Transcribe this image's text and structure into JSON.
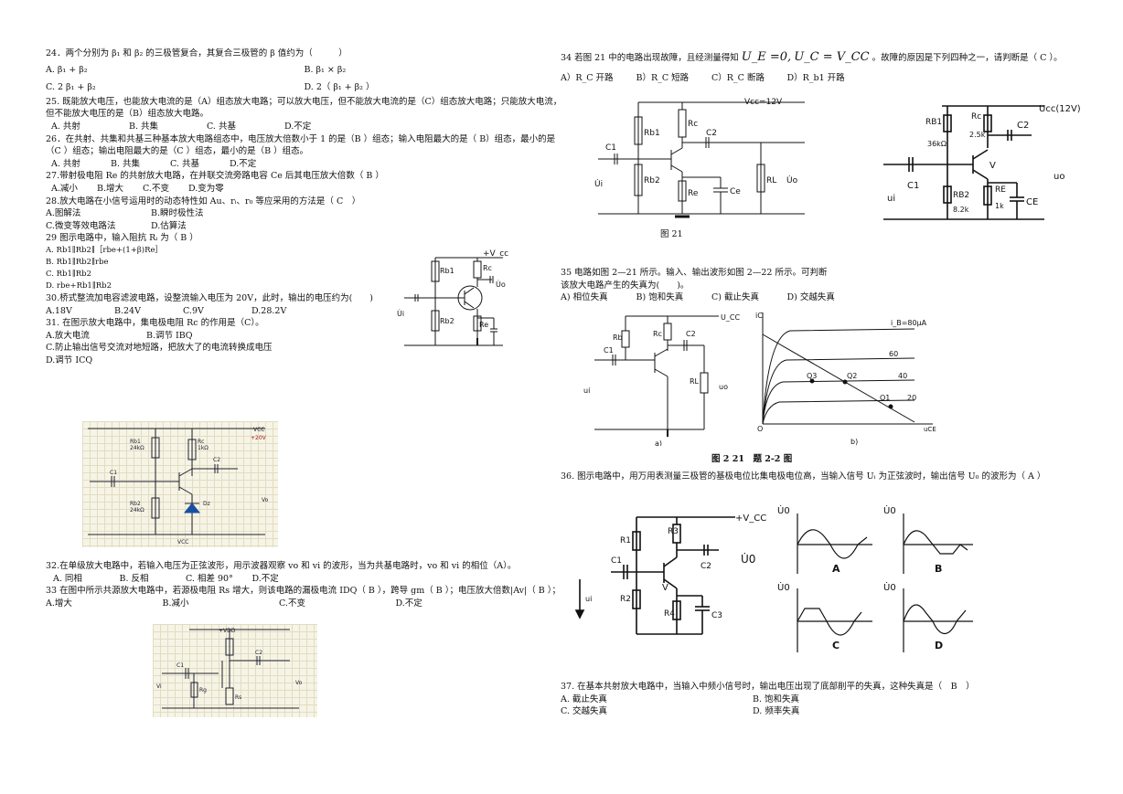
{
  "left": {
    "q24": {
      "stem": "24．两个分别为 β₁ 和 β₂ 的三极管复合，其复合三极管的 β 值约为（　　　）",
      "options": [
        "A.  β₁ + β₂",
        "B.  β₁ × β₂",
        "C. 2 β₁ + β₂",
        "D. 2（ β₁ + β₂ ）"
      ]
    },
    "q25": {
      "stem": "25. 既能放大电压，也能放大电流的是（A）组态放大电路；可以放大电压，但不能放大电流的是（C）组态放大电路；只能放大电流，但不能放大电压的是（B）组态放大电路。",
      "options": [
        "A. 共射",
        "B. 共集",
        "C. 共基",
        "D.不定"
      ]
    },
    "q26": {
      "stem": "26．在共射、共集和共基三种基本放大电路组态中，电压放大倍数小于 1 的是（B ）组态；输入电阻最大的是（ B）组态，最小的是（C ）组态；输出电阻最大的是（C ）组态，最小的是（B ）组态。",
      "options": [
        "A. 共射",
        "B. 共集",
        "C. 共基",
        "D.不定"
      ]
    },
    "q27": {
      "stem": "27.带射极电阻 Re 的共射放大电路，在并联交流旁路电容 Ce 后其电压放大倍数（ B ）",
      "options": [
        "A.减小",
        "B.增大",
        "C.不变",
        "D.变为零"
      ]
    },
    "q28": {
      "stem": "28.放大电路在小信号运用时的动态特性如 Au、rᵢ、r₀ 等应采用的方法是（ C　）",
      "options": [
        "A.图解法",
        "B.瞬时极性法",
        "C.微变等效电路法",
        "D.估算法"
      ]
    },
    "q29": {
      "stem": "29 图示电路中，输入阻抗 Rᵢ 为（ B ）",
      "options": [
        "A. Rb1∥Rb2∥［rbe+(1+β)Re］",
        "B. Rb1∥Rb2∥rbe",
        "C. Rb1∥Rb2",
        "D. rbe+Rb1∥Rb2"
      ]
    },
    "q30": {
      "stem": "30.桥式整流加电容滤波电路，设整流输入电压为 20V，此时，输出的电压约为(　　)",
      "options": [
        "A.18V",
        "B.24V",
        "C.9V",
        "D.28.2V"
      ]
    },
    "q31": {
      "stem": "31. 在图示放大电路中，集电极电阻 Rc 的作用是（C）。",
      "options": [
        "A.放大电流",
        "B.调节 IBQ",
        "C.防止输出信号交流对地短路，把放大了的电流转换成电压",
        "D.调节 ICQ"
      ]
    },
    "q32": {
      "stem": "32.在单级放大电路中，若输入电压为正弦波形，用示波器观察 vo 和 vi 的波形，当为共基电路时，vo 和 vi 的相位（A）。",
      "options": [
        "A. 同相",
        "B. 反相",
        "C. 相差 90°",
        "D.不定"
      ]
    },
    "q33": {
      "stem": "33 在图中所示共源放大电路中，若源极电阻 Rs 增大，则该电路的漏极电流 IDQ（ B ），跨导 gm（ B ）；电压放大倍数|Av|（ B ）；",
      "options": [
        "A.增大",
        "B.减小",
        "C.不变",
        "D.不定"
      ]
    }
  },
  "right": {
    "q34": {
      "stem_a": "34 若图 21 中的电路出现故障，且经测量得知",
      "ue": "U_E =0,",
      "uc": "U_C = V_CC",
      "stem_b": "。故障的原因是下列四种之一，请判断是（ C ）。",
      "options": [
        "A）R_C 开路",
        "B）R_C 短路",
        "C）R_C 断路",
        "D）R_b1 开路"
      ],
      "fig_caption": "图 21"
    },
    "q35": {
      "stem": "35 电路如图 2—21 所示。输入、输出波形如图 2—22 所示。可判断该放大电路产生的失真为(　　)。",
      "options": [
        "A) 相位失真",
        "B) 饱和失真",
        "C) 截止失真",
        "D) 交越失真"
      ],
      "fig_caption": "图 2 21　题 2-2 图"
    },
    "q36": {
      "stem": "36. 图示电路中，用万用表测量三极管的基极电位比集电极电位高，当输入信号 Uᵢ 为正弦波时，输出信号 U₀ 的波形为（ A ）",
      "waves": [
        "A",
        "B",
        "C",
        "D"
      ]
    },
    "q37": {
      "stem": "37. 在基本共射放大电路中，当输入中频小信号时，输出电压出现了底部削平的失真，这种失真是（　B　）",
      "options": [
        "A. 截止失真",
        "B. 饱和失真",
        "C. 交越失真",
        "D. 频率失真"
      ]
    }
  },
  "figure_labels": {
    "f29": {
      "vcc": "+V_cc",
      "rb1": "Rb1",
      "rb2": "Rb2",
      "rc": "Rc",
      "re": "Re",
      "uo": "U̇o",
      "ui": "U̇i"
    },
    "f31": {
      "vcc": "VCC",
      "v20": "+20V",
      "rb1": "Rb1",
      "rb1v": "24kΩ",
      "rc": "Rc",
      "rcv": "1kΩ",
      "c1": "C1",
      "c2": "C2",
      "rb2": "Rb2",
      "rb2v": "24kΩ",
      "dz": "Dz",
      "vo": "Vo",
      "vcc2": "VCC"
    },
    "f33": {
      "vdd": "+VDD",
      "c1": "C1",
      "c2": "C2",
      "rg": "Rg",
      "rs": "Rs",
      "vi": "Vi",
      "vo": "Vo"
    },
    "f21a": {
      "vcc": "Vcc=12V",
      "rb1": "Rb1",
      "rb2": "Rb2",
      "rc": "Rc",
      "re": "Re",
      "ce": "Ce",
      "c1": "C1",
      "c2": "C2",
      "rl": "RL",
      "ui": "U̇i",
      "uo": "U̇o"
    },
    "f21b": {
      "vcc": "Ucc(12V)",
      "rb1": "RB1",
      "rb1v": "36kΩ",
      "rc": "Rc",
      "rcv": "2.5k",
      "c2": "C2",
      "c1": "C1",
      "rb2": "RB2",
      "rb2v": "8.2k",
      "re": "RE",
      "rev": "1k",
      "ce": "CE",
      "v": "V",
      "ui": "ui",
      "uo": "uo"
    },
    "f35a": {
      "ucc": "U_CC",
      "rb": "Rb",
      "rc": "Rc",
      "c1": "C1",
      "c2": "C2",
      "rl": "RL",
      "ui": "ui",
      "uo": "uo",
      "sub": "a)"
    },
    "f35b": {
      "ic": "iC",
      "l80": "i_B=80μA",
      "l60": "60",
      "l40": "40",
      "l20": "20",
      "q1": "Q1",
      "q2": "Q2",
      "q3": "Q3",
      "o": "O",
      "uce": "uCE",
      "sub": "b)"
    },
    "f36": {
      "vcc": "+V_CC",
      "r1": "R1",
      "r2": "R2",
      "r3": "R3",
      "r4": "R4",
      "c1": "C1",
      "c2": "C2",
      "c3": "C3",
      "v": "V",
      "ui": "ui",
      "uo": "U̇0",
      "wave_label": "U̇0"
    }
  }
}
